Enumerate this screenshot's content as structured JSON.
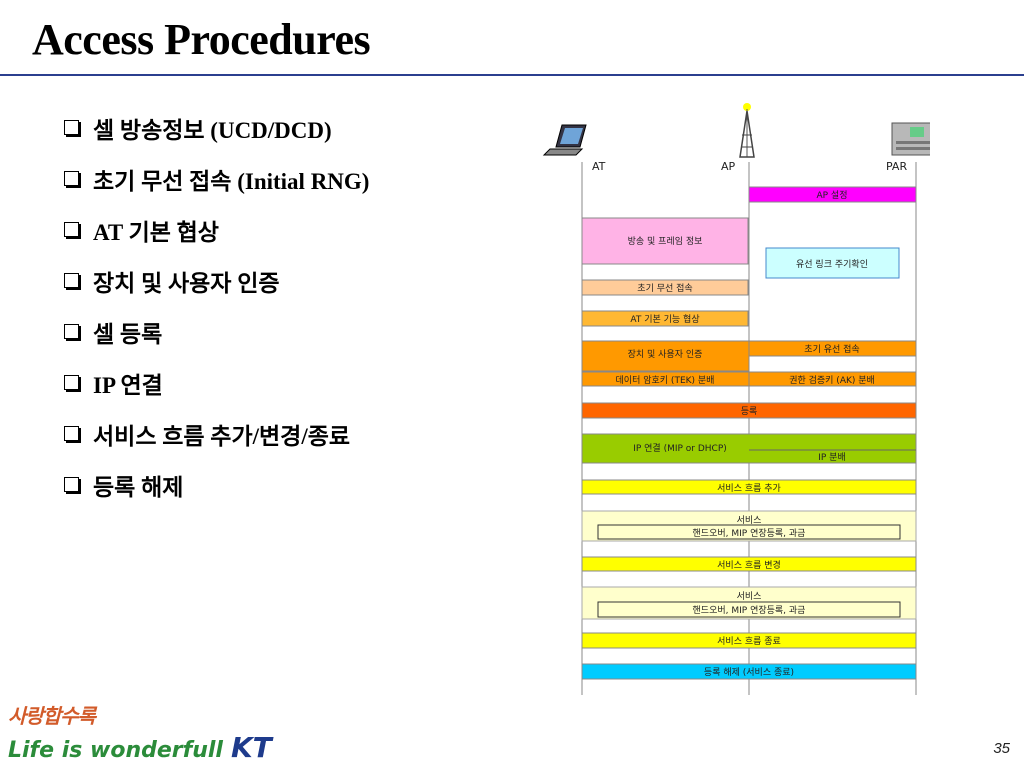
{
  "title": "Access Procedures",
  "bullets": [
    "셀 방송정보 (UCD/DCD)",
    "초기 무선 접속 (Initial RNG)",
    "AT 기본 협상",
    "장치 및 사용자 인증",
    "셀 등록",
    "IP 연결",
    "서비스 흐름 추가/변경/종료",
    "등록 해제"
  ],
  "diagram": {
    "entities": [
      "AT",
      "AP",
      "PAR"
    ],
    "boxes": {
      "ap_setup": "AP 설정",
      "broadcast": "방송 및 프레임 정보",
      "wired_link": "유선 링크 주기확인",
      "initial_rng": "초기 무선 접속",
      "basic_neg": "AT 기본 기능 협상",
      "auth": "장치 및 사용자 인증",
      "initial_rng_2": "초기 유선 접속",
      "tek": "데이터 암호키 (TEK) 분배",
      "ak": "권한 검증키 (AK) 분배",
      "register": "등록",
      "ip_conn": "IP 연결 (MIP or DHCP)",
      "ip_dist": "IP 분배",
      "sf_add": "서비스 흐름 추가",
      "service_1": "서비스",
      "handover_1": "핸드오버, MIP 연장등록, 과금",
      "sf_change": "서비스 흐름 변경",
      "service_2": "서비스",
      "handover_2": "핸드오버, MIP 연장등록, 과금",
      "sf_end": "서비스 흐름 종료",
      "dereg": "등록 해제 (서비스 종료)"
    }
  },
  "logo": {
    "korean": "사랑합수록",
    "english": "Life is wonderfull",
    "brand": "KT",
    "colors": {
      "korean": "#d25b2a",
      "english": "#2b8c3a",
      "brand": "#1e3b8c"
    }
  },
  "page_number": "35",
  "colors": {
    "title_rule": "#2b3f8f",
    "magenta": "#ff00ff",
    "pink": "#ffb3e6",
    "peach": "#ffcc99",
    "light_orange": "#ffb833",
    "orange": "#ff9900",
    "red_orange": "#ff6600",
    "green": "#99cc00",
    "yellow": "#ffff00",
    "pale_yellow": "#ffffcc",
    "cyan": "#00ccff",
    "light_cyan": "#ccffff"
  }
}
